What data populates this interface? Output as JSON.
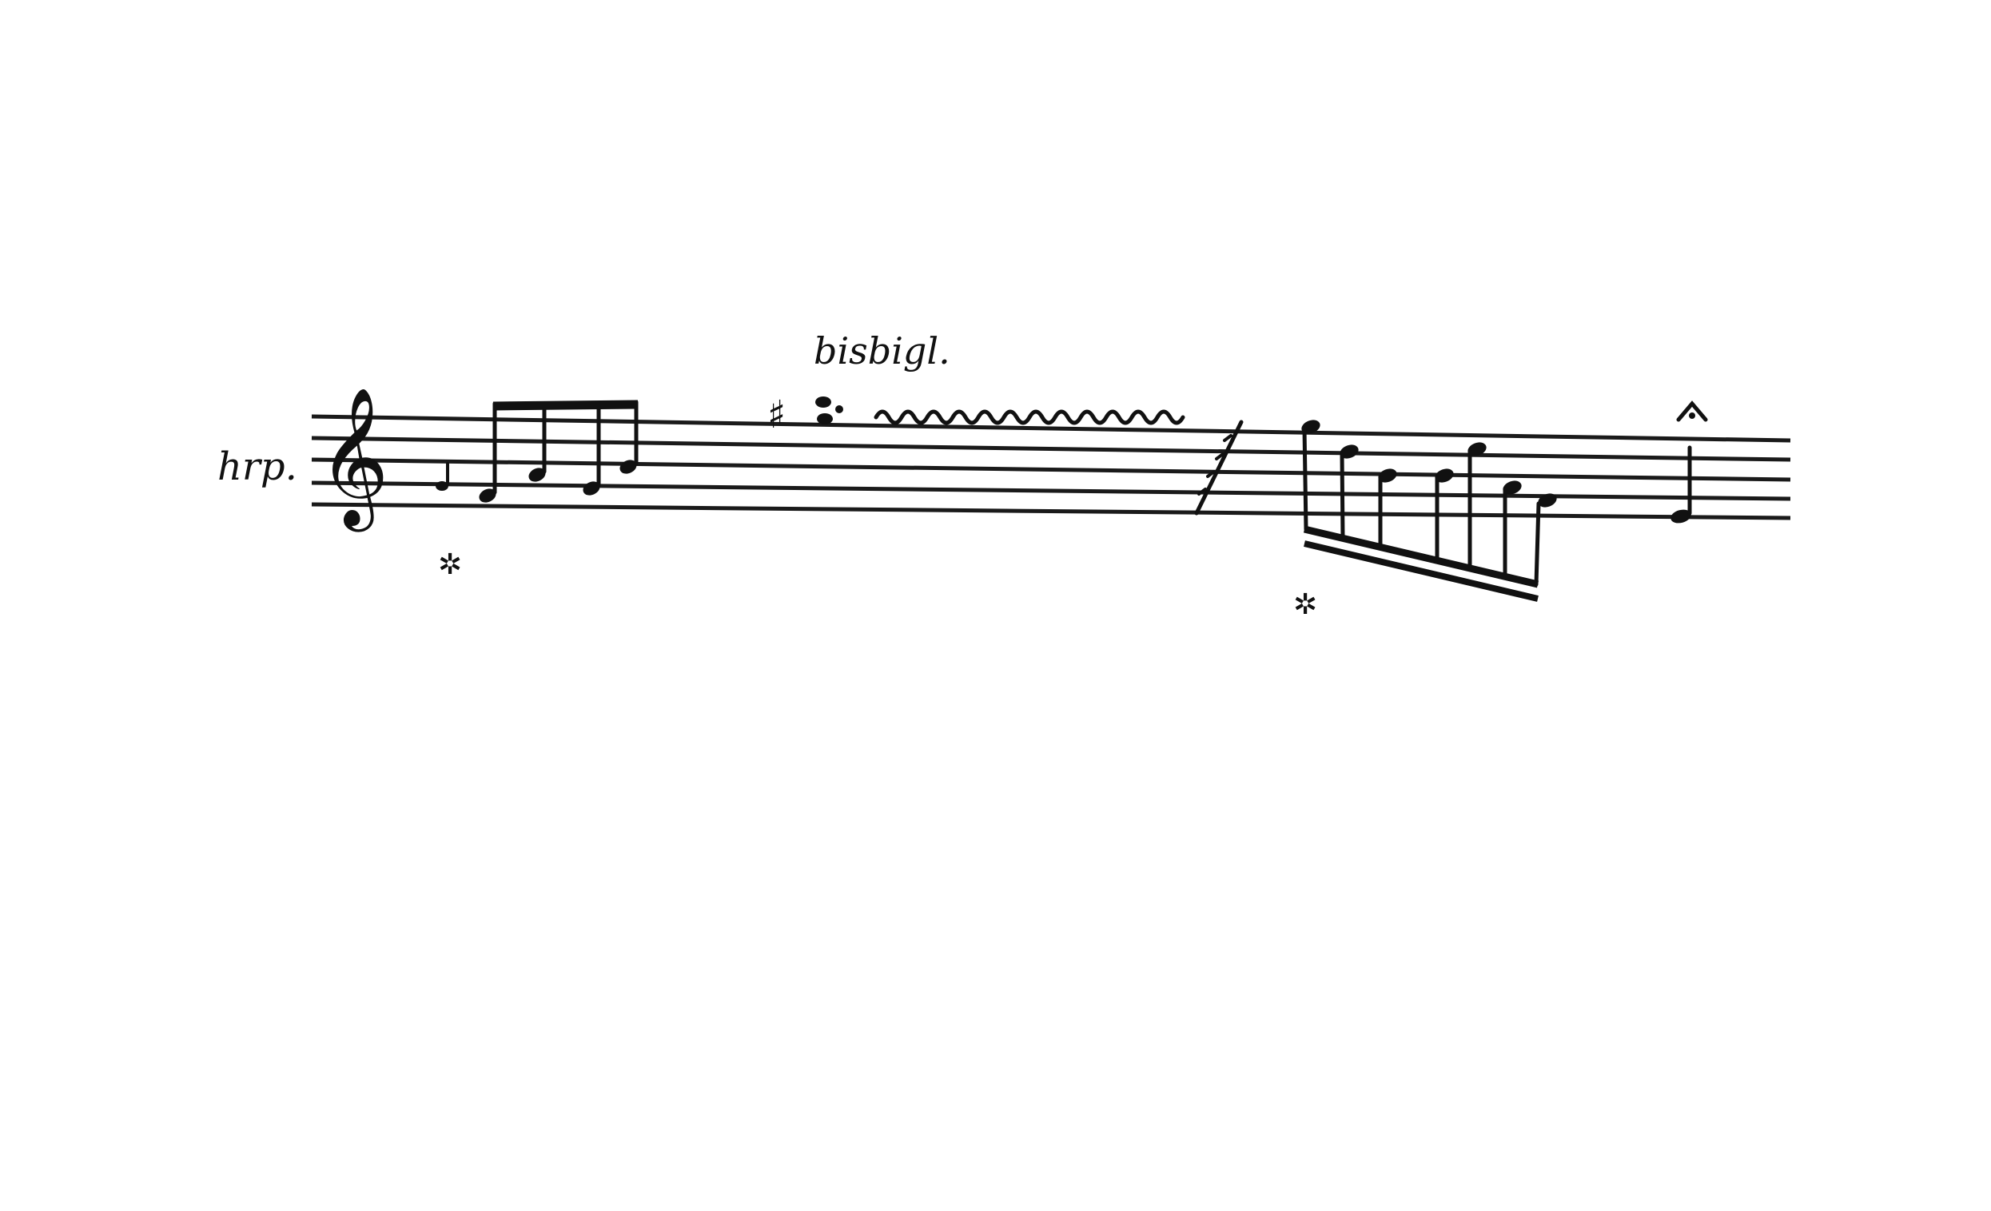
{
  "score": {
    "instrument_label": "hrp.",
    "technique_label": "bisbigl.",
    "clef": "treble-clef",
    "ink_color": "#111111",
    "paper_color": "#ffffff"
  }
}
